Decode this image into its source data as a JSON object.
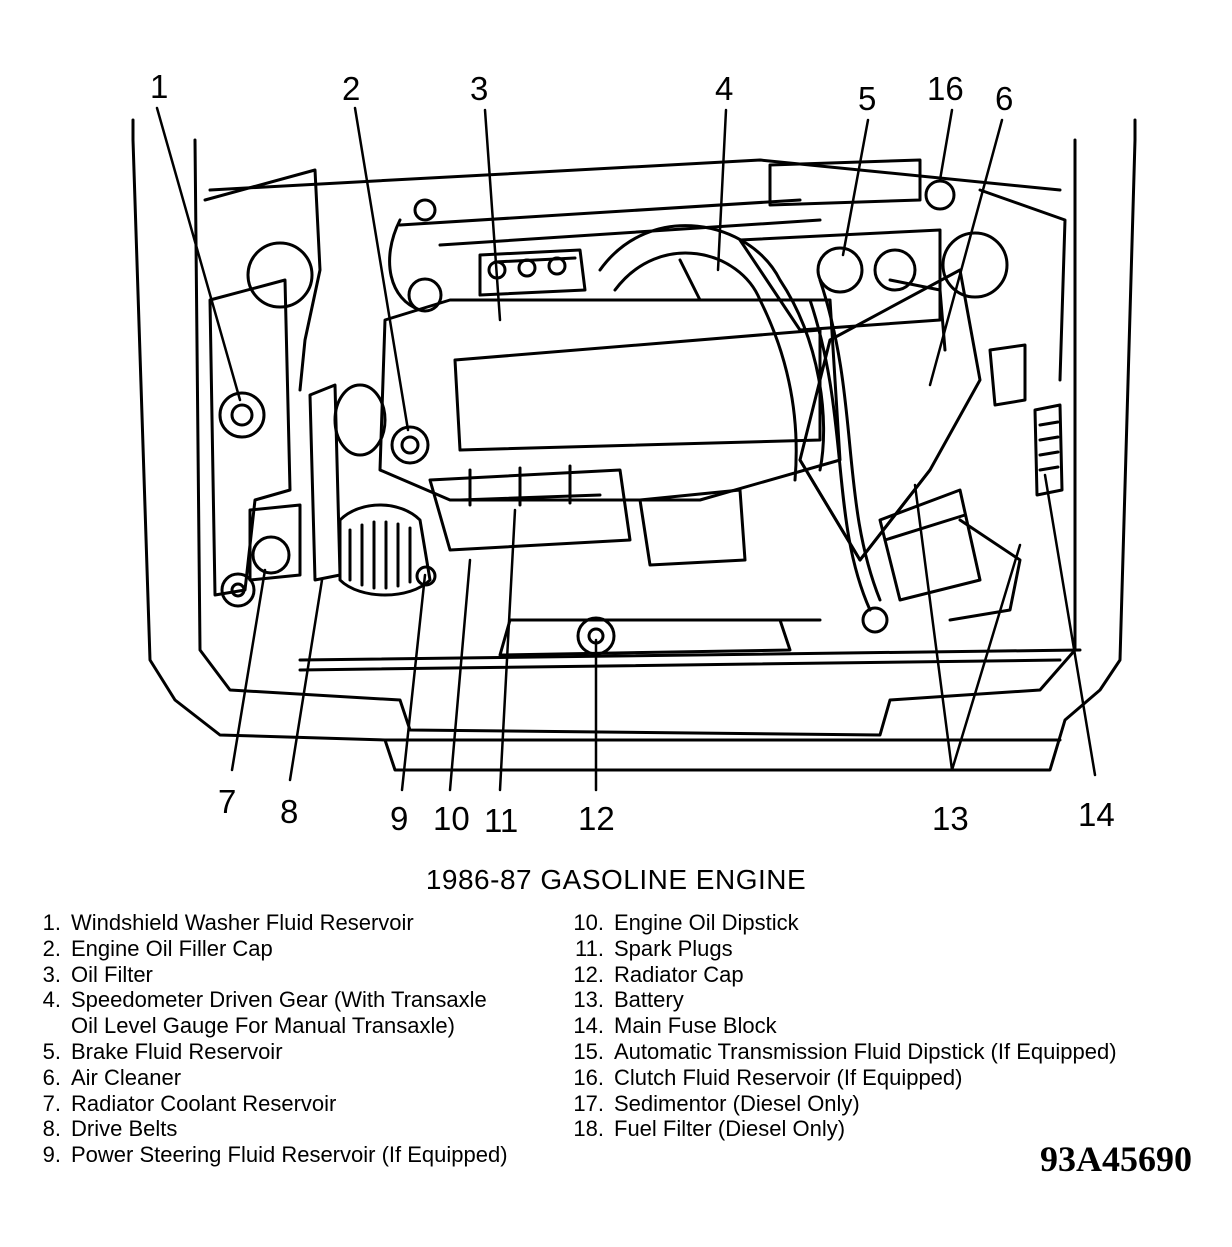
{
  "diagram": {
    "title": "1986-87 GASOLINE ENGINE",
    "figure_code": "93A45690",
    "callouts": [
      "1",
      "2",
      "3",
      "4",
      "5",
      "16",
      "6",
      "7",
      "8",
      "9",
      "10",
      "11",
      "12",
      "13",
      "14"
    ]
  },
  "legend_left": [
    {
      "num": "1.",
      "text": "Windshield Washer Fluid Reservoir"
    },
    {
      "num": "2.",
      "text": "Engine Oil Filler Cap"
    },
    {
      "num": "3.",
      "text": "Oil Filter"
    },
    {
      "num": "4.",
      "text": "Speedometer Driven Gear (With Transaxle"
    },
    {
      "num": "",
      "text": "Oil Level Gauge For Manual Transaxle)"
    },
    {
      "num": "5.",
      "text": "Brake Fluid Reservoir"
    },
    {
      "num": "6.",
      "text": "Air Cleaner"
    },
    {
      "num": "7.",
      "text": "Radiator Coolant Reservoir"
    },
    {
      "num": "8.",
      "text": "Drive Belts"
    },
    {
      "num": "9.",
      "text": "Power Steering Fluid Reservoir (If Equipped)"
    }
  ],
  "legend_right": [
    {
      "num": "10.",
      "text": "Engine Oil Dipstick"
    },
    {
      "num": "11.",
      "text": "Spark Plugs"
    },
    {
      "num": "12.",
      "text": "Radiator Cap"
    },
    {
      "num": "13.",
      "text": "Battery"
    },
    {
      "num": "14.",
      "text": "Main Fuse Block"
    },
    {
      "num": "15.",
      "text": "Automatic Transmission Fluid Dipstick (If Equipped)"
    },
    {
      "num": "16.",
      "text": "Clutch Fluid Reservoir (If Equipped)"
    },
    {
      "num": "17.",
      "text": "Sedimentor (Diesel Only)"
    },
    {
      "num": "18.",
      "text": "Fuel Filter (Diesel Only)"
    }
  ]
}
